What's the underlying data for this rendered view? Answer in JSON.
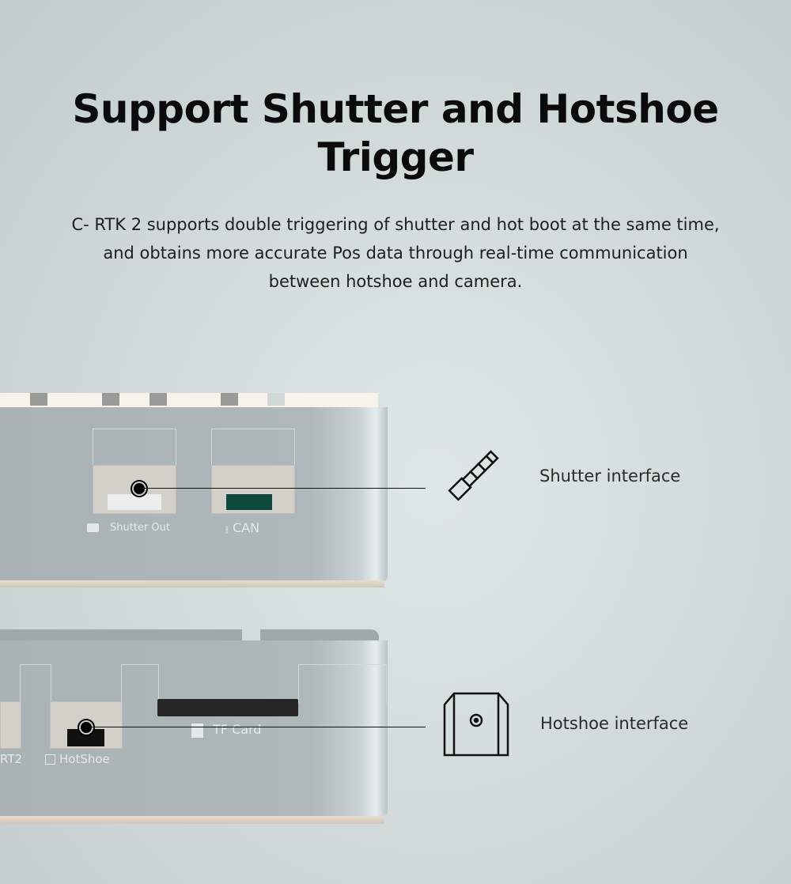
{
  "header": {
    "title_line1": "Support Shutter and Hotshoe",
    "title_line2": "Trigger",
    "description_lines": [
      "C- RTK 2 supports double triggering of shutter and hot boot at the same time,",
      "and obtains more accurate Pos data through real-time communication",
      "between hotshoe and camera."
    ]
  },
  "device_top": {
    "ports": [
      {
        "label": "Shutter Out",
        "icon": "camera-icon"
      },
      {
        "label": "CAN",
        "icon": "sliders-icon"
      }
    ]
  },
  "device_bottom": {
    "ports": [
      {
        "label": "RT2"
      },
      {
        "label": "HotShoe",
        "icon": "hotshoe-icon"
      },
      {
        "label": "TF Card",
        "icon": "sd-card-icon"
      }
    ]
  },
  "callouts": [
    {
      "label": "Shutter interface",
      "icon": "audio-jack-icon"
    },
    {
      "label": "Hotshoe interface",
      "icon": "hotshoe-mount-icon"
    }
  ],
  "colors": {
    "background": "#d6dede",
    "device": "#aab4b6",
    "text": "#0b0b0b",
    "can_port": "#0d4a3c"
  }
}
